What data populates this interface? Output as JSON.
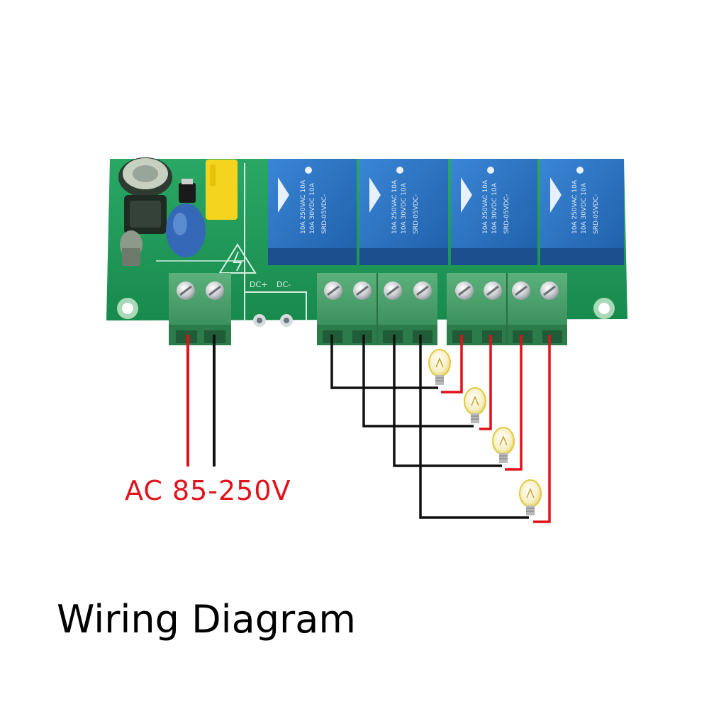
{
  "supply_label": "AC 85-250V",
  "board": {
    "relays": [
      {
        "text_a": "10A 250VAC 10A",
        "text_b": "10A 30VDC 10A",
        "text_c": "SRD-05VDC-"
      },
      {
        "text_a": "10A 250VAC 10A",
        "text_b": "10A 30VDC 10A",
        "text_c": "SRD-05VDC-"
      },
      {
        "text_a": "10A 250VAC 10A",
        "text_b": "10A 30VDC 10A",
        "text_c": "SRD-05VDC-"
      },
      {
        "text_a": "10A 250VAC 10A",
        "text_b": "10A 30VDC 10A",
        "text_c": "SRD-05VDC-"
      }
    ],
    "dc_plus": "DC+",
    "dc_minus": "DC-"
  },
  "title": "Wiring Diagram",
  "colors": {
    "pcb": "#1f9a5a",
    "terminal": "#3f9a64",
    "relay": "#2b6fc0",
    "live_wire": "#e21018",
    "neutral_wire": "#111111",
    "lamp_glow": "#f3e27a"
  },
  "lamps": [
    "bulb-icon",
    "bulb-icon",
    "bulb-icon",
    "bulb-icon"
  ]
}
